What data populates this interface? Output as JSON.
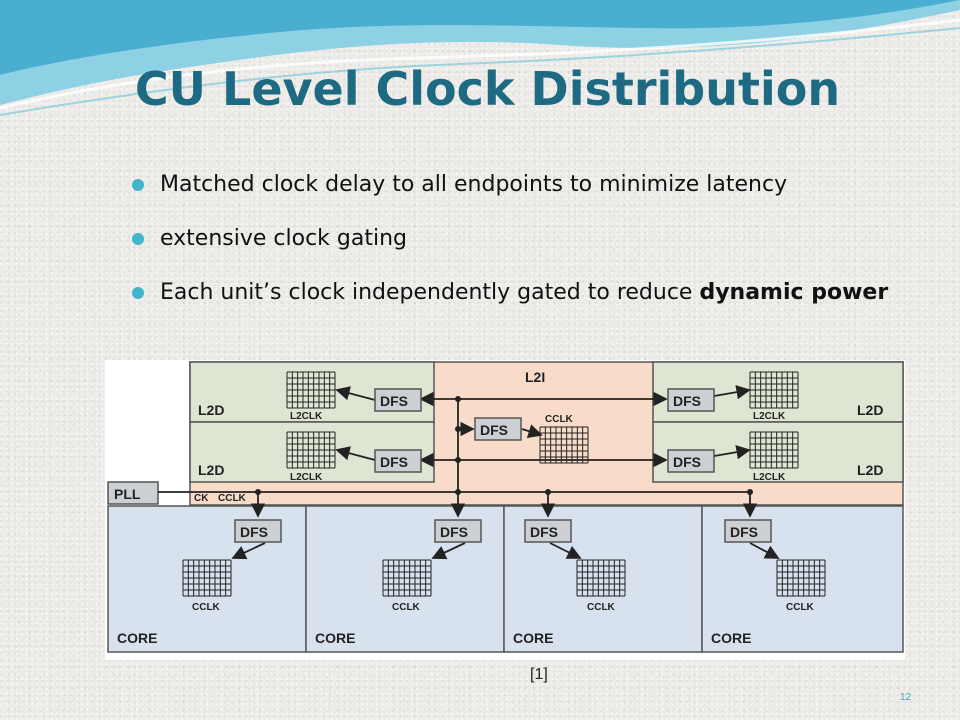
{
  "slide": {
    "title": "CU Level Clock Distribution",
    "bullets": [
      {
        "text": "Matched clock delay to all endpoints to minimize latency",
        "bold": ""
      },
      {
        "text": "extensive clock gating",
        "bold": ""
      },
      {
        "text": "Each unit’s clock independently gated to reduce ",
        "bold": "dynamic power"
      }
    ],
    "citation": "[1]",
    "page_number": "12"
  },
  "diagram": {
    "l2i_label": "L2I",
    "l2d_label": "L2D",
    "dfs_label": "DFS",
    "l2clk_label": "L2CLK",
    "cclk_label": "CCLK",
    "pll_label": "PLL",
    "ck_label": "CK",
    "core_label": "CORE"
  },
  "colors": {
    "title": "#1e6a82",
    "bullet": "#3fb6c9",
    "l2d_fill": "#dfe5d3",
    "l2i_fill": "#f8dcc9",
    "core_fill": "#d8e2ef",
    "dfs_fill": "#cdd0d3"
  }
}
